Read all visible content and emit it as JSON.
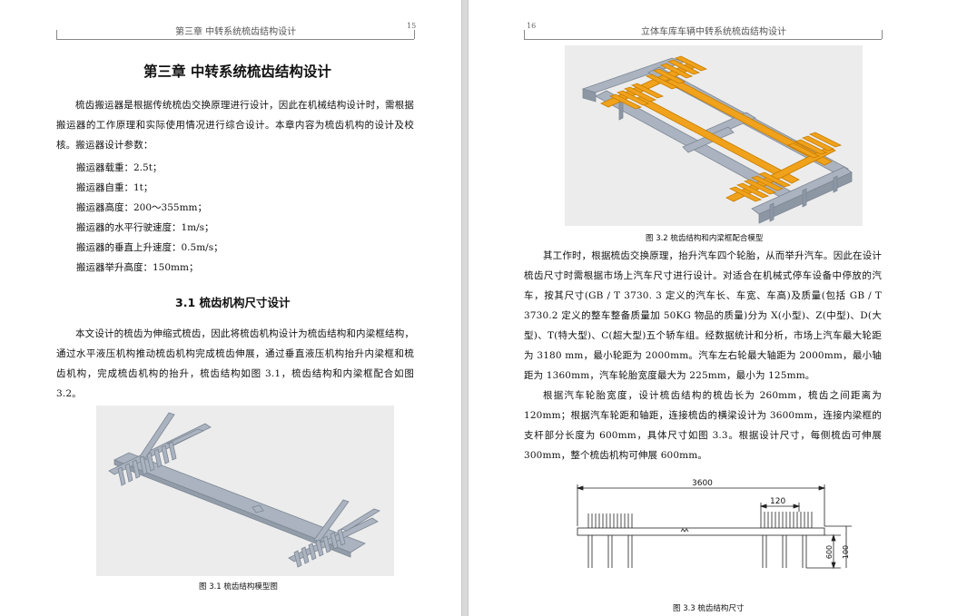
{
  "left": {
    "header": "第三章  中转系统梳齿结构设计",
    "page_number": "15",
    "title": "第三章  中转系统梳齿结构设计",
    "intro": "梳齿搬运器是根据传统梳齿交换原理进行设计，因此在机械结构设计时，需根据搬运器的工作原理和实际使用情况进行综合设计。本章内容为梳齿机构的设计及校核。搬运器设计参数：",
    "params": [
      "搬运器载重：2.5t；",
      "搬运器自重：1t；",
      "搬运器高度：200～355mm；",
      "搬运器的水平行驶速度：1m/s；",
      "搬运器的垂直上升速度：0.5m/s；",
      "搬运器举升高度：150mm；"
    ],
    "section": "3.1  梳齿机构尺寸设计",
    "body": "本文设计的梳齿为伸缩式梳齿，因此将梳齿机构设计为梳齿结构和内梁框结构，通过水平液压机构推动梳齿机构完成梳齿伸展，通过垂直液压机构抬升内梁框和梳齿机构，完成梳齿机构的抬升，梳齿结构如图 3.1，梳齿结构和内梁框配合如图 3.2。",
    "fig1_caption": "图 3.1  梳齿结构模型图"
  },
  "right": {
    "page_number": "16",
    "header": "立体车库车辆中转系统梳齿结构设计",
    "fig2_caption": "图 3.2  梳齿结构和内梁框配合模型",
    "para1": "其工作时，根据梳齿交换原理，抬升汽车四个轮胎，从而举升汽车。因此在设计梳齿尺寸时需根据市场上汽车尺寸进行设计。对适合在机械式停车设备中停放的汽车，按其尺寸(GB / T 3730. 3 定义的汽车长、车宽、车高)及质量(包括 GB / T 3730.2 定义的整车整备质量加 50KG 物品的质量)分为 X(小型)、Z(中型)、D(大型)、T(特大型)、C(超大型)五个轿车组。经数据统计和分析，市场上汽车最大轮距为 3180 mm，最小轮距为 2000mm。汽车左右轮最大轴距为 2000mm，最小轴距为 1360mm，汽车轮胎宽度最大为 225mm，最小为 125mm。",
    "para2": "根据汽车轮胎宽度，设计梳齿结构的梳齿长为 260mm，梳齿之间距离为 120mm；根据汽车轮距和轴距，连接梳齿的横梁设计为 3600mm，连接内梁框的支杆部分长度为 600mm，具体尺寸如图 3.3。根据设计尺寸，每侧梳齿可伸展 300mm，整个梳齿机构可伸展 600mm。",
    "dim_total": "3600",
    "dim_gap": "120",
    "dim_600": "600",
    "dim_100": "100",
    "fig3_caption": "图 3.3  梳齿结构尺寸"
  },
  "colors": {
    "beam_gray": "#aab3bf",
    "comb_orange": "#f0a21c",
    "figure_bg": "#ececec"
  }
}
